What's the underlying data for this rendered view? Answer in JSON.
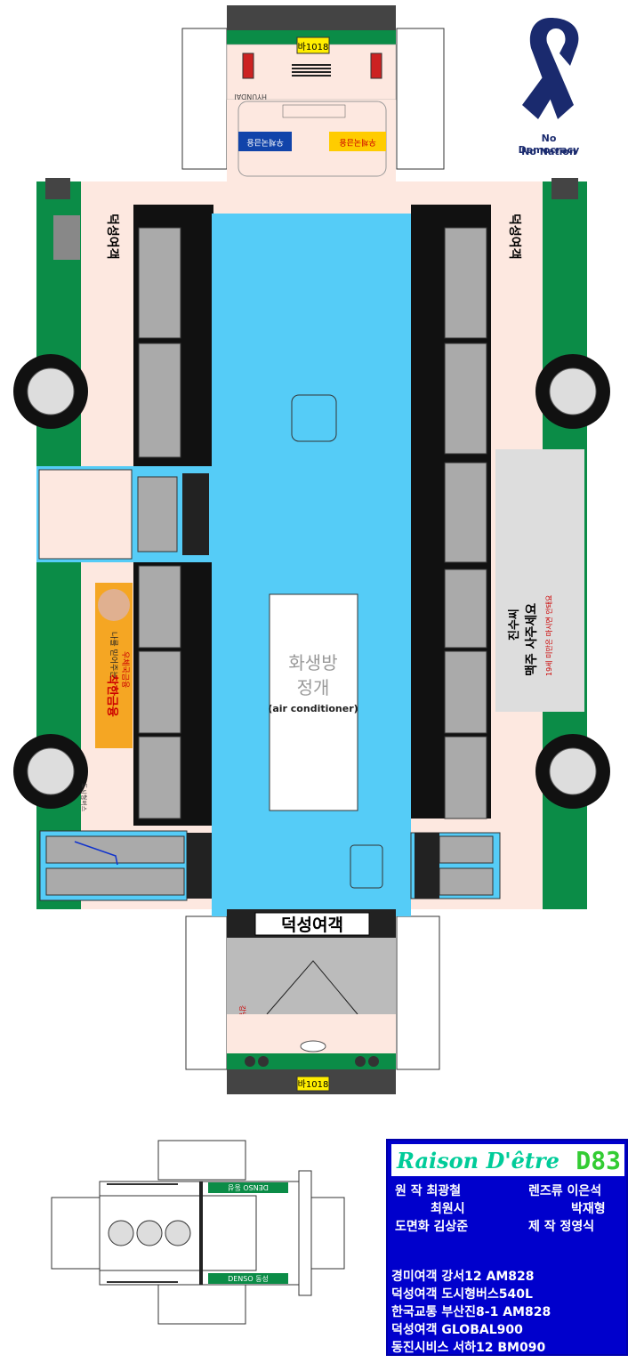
{
  "ribbon": {
    "line1": "No Democracy",
    "line2": "No Nation"
  },
  "bus": {
    "operator_front": "덕성여객",
    "operator_side_left": "덕성여객",
    "operator_side_right": "덕성여객",
    "rear_brand": "HYUNDAI",
    "rear_sign_left": "우체국금융",
    "rear_sign_right": "우체국금융",
    "front_side_text": "도시형버스",
    "plate": "바1018",
    "roof_unit": {
      "line1": "화생방",
      "line2": "정개",
      "line3": "(air conditioner)"
    },
    "ad_right": {
      "line1": "진수씨",
      "line2": "맥주 사주세요",
      "line3": "19세 미만은 마시면 안돼요"
    },
    "ad_left": {
      "line1": "착한금융",
      "line2": "우체국금융",
      "line3": "나를 믿어주는"
    },
    "windshield_sign": "강남 재첩 상계"
  },
  "ac_unit": {
    "label_top": "DENSO 동성",
    "label_bottom": "DENSO 동성"
  },
  "credits": {
    "brand": "Raison D'être",
    "code": "D83",
    "rows": [
      {
        "left": "원   작 최광철",
        "right": "렌즈류 이은석"
      },
      {
        "left": "최원시",
        "right": "박재형"
      },
      {
        "left": "도면화 김상준",
        "right": "제   작 정영식"
      }
    ],
    "models": [
      "경미여객 강서12 AM828",
      "덕성여객 도시형버스540L",
      "한국교통 부산진8-1 AM828",
      "덕성여객 GLOBAL900",
      "동진시비스 서하12 BM090"
    ]
  },
  "colors": {
    "green": "#0b8c47",
    "blue": "#55ccf7",
    "cream": "#fde8e0",
    "credit_bg": "#0000cc"
  }
}
